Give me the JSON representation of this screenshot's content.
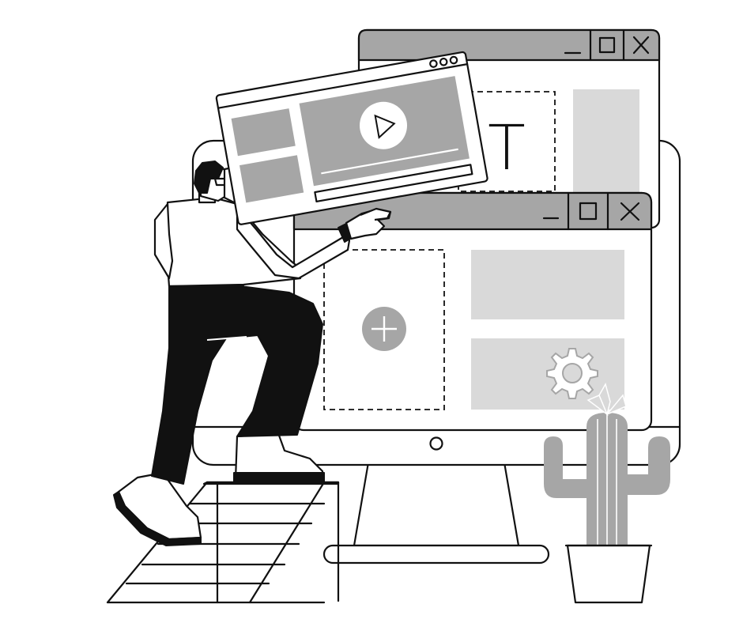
{
  "illustration": {
    "subject": "person-assembling-web-interface",
    "window_text_glyph": "T",
    "icons": [
      "play-icon",
      "add-icon",
      "gear-icon",
      "minimize-icon",
      "maximize-icon",
      "close-icon",
      "cactus-plant"
    ]
  },
  "colors": {
    "background": "#ffffff",
    "outline": "#111111",
    "gray_mid": "#a6a6a6",
    "gray_light": "#d9d9d9"
  }
}
